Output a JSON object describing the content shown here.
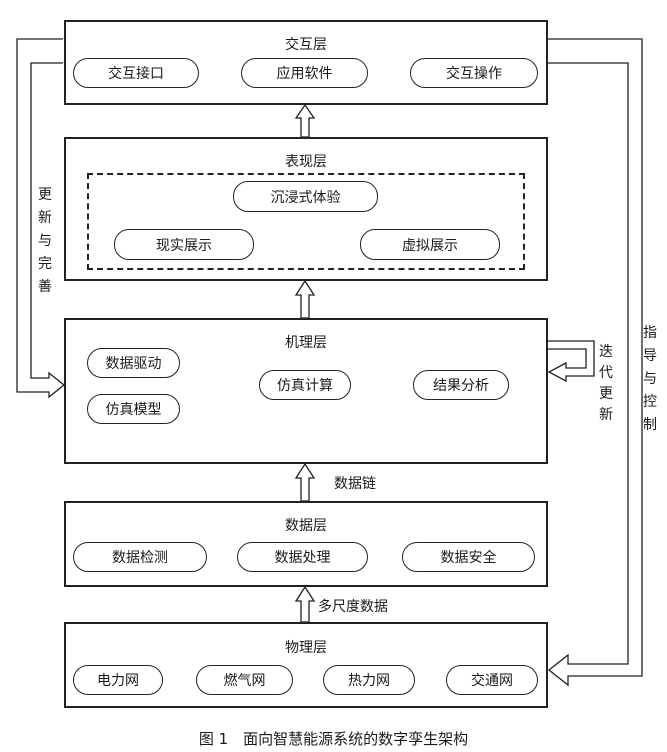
{
  "layers": {
    "interaction": {
      "title": "交互层",
      "nodes": [
        "交互接口",
        "应用软件",
        "交互操作"
      ]
    },
    "presentation": {
      "title": "表现层",
      "nodes": [
        "沉浸式体验",
        "现实展示",
        "虚拟展示"
      ]
    },
    "mechanism": {
      "title": "机理层",
      "nodes": [
        "数据驱动",
        "仿真模型",
        "仿真计算",
        "结果分析"
      ]
    },
    "data": {
      "title": "数据层",
      "nodes": [
        "数据检测",
        "数据处理",
        "数据安全"
      ]
    },
    "physical": {
      "title": "物理层",
      "nodes": [
        "电力网",
        "燃气网",
        "热力网",
        "交通网"
      ]
    }
  },
  "side_labels": {
    "update": [
      "更",
      "新",
      "与",
      "完",
      "善"
    ],
    "guide": [
      "指",
      "导",
      "与",
      "控",
      "制"
    ],
    "iterate": [
      "迭",
      "代",
      "更",
      "新"
    ]
  },
  "flow_labels": {
    "data_chain": "数据链",
    "multiscale": "多尺度数据"
  },
  "caption": "图 1　面向智慧能源系统的数字孪生架构"
}
